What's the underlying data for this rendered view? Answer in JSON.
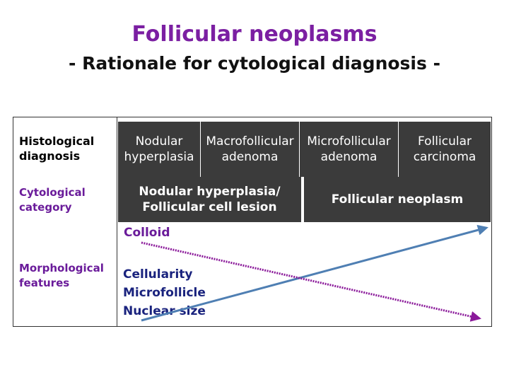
{
  "title": "Follicular neoplasms",
  "subtitle": "- Rationale for cytological diagnosis -",
  "colors": {
    "title": "#7b1fa2",
    "label_purple": "#6a1b9a",
    "dark_fill": "#3b3b3b",
    "white": "#ffffff",
    "morph_text": "#1a237e",
    "arrow_blue": "#4f7fb3",
    "arrow_purple": "#8b1a9a"
  },
  "rows": {
    "histological": {
      "label": "Histological diagnosis",
      "cells": [
        "Nodular hyperplasia",
        "Macrofollicular adenoma",
        "Microfollicular adenoma",
        "Follicular carcinoma"
      ]
    },
    "cytological": {
      "label": "Cytological category",
      "cells": [
        "Nodular hyperplasia/ Follicular cell lesion",
        "Follicular neoplasm"
      ]
    },
    "morphological": {
      "label": "Morphological features",
      "colloid": "Colloid",
      "features": [
        "Cellularity",
        "Microfollicle",
        "Nuclear size"
      ]
    }
  }
}
